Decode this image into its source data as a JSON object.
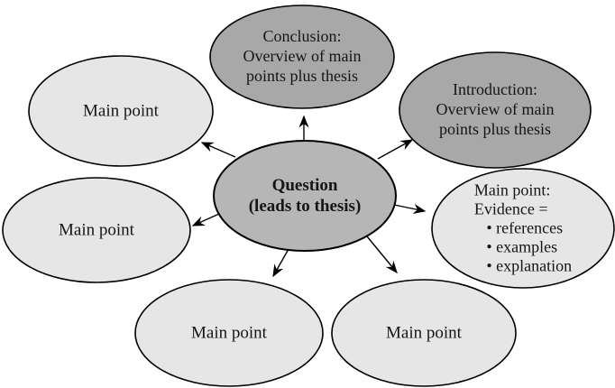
{
  "colors": {
    "background": "#ffffff",
    "stroke": "#000000",
    "text": "#151515",
    "node_dark": "#a8a8a8",
    "node_center": "#b6b6b6",
    "node_light": "#e6e6e6"
  },
  "nodes": {
    "question": {
      "text": "Question\n(leads to thesis)",
      "tone": "center"
    },
    "conclusion": {
      "text": "Conclusion:\nOverview of main\npoints plus thesis",
      "tone": "dark"
    },
    "introduction": {
      "text": "Introduction:\nOverview of main\npoints plus thesis",
      "tone": "dark"
    },
    "evidence": {
      "text": "Main point:\nEvidence =\n   • references\n   • examples\n   • explanation",
      "tone": "light"
    },
    "mp_top_left": {
      "text": "Main point",
      "tone": "light"
    },
    "mp_mid_left": {
      "text": "Main point",
      "tone": "light"
    },
    "mp_bottom_left": {
      "text": "Main point",
      "tone": "light"
    },
    "mp_bottom_right": {
      "text": "Main point",
      "tone": "light"
    }
  },
  "edges": [
    {
      "from": "question",
      "to": "conclusion"
    },
    {
      "from": "question",
      "to": "introduction"
    },
    {
      "from": "question",
      "to": "evidence"
    },
    {
      "from": "question",
      "to": "mp_top_left"
    },
    {
      "from": "question",
      "to": "mp_mid_left"
    },
    {
      "from": "question",
      "to": "mp_bottom_left"
    },
    {
      "from": "question",
      "to": "mp_bottom_right"
    }
  ]
}
